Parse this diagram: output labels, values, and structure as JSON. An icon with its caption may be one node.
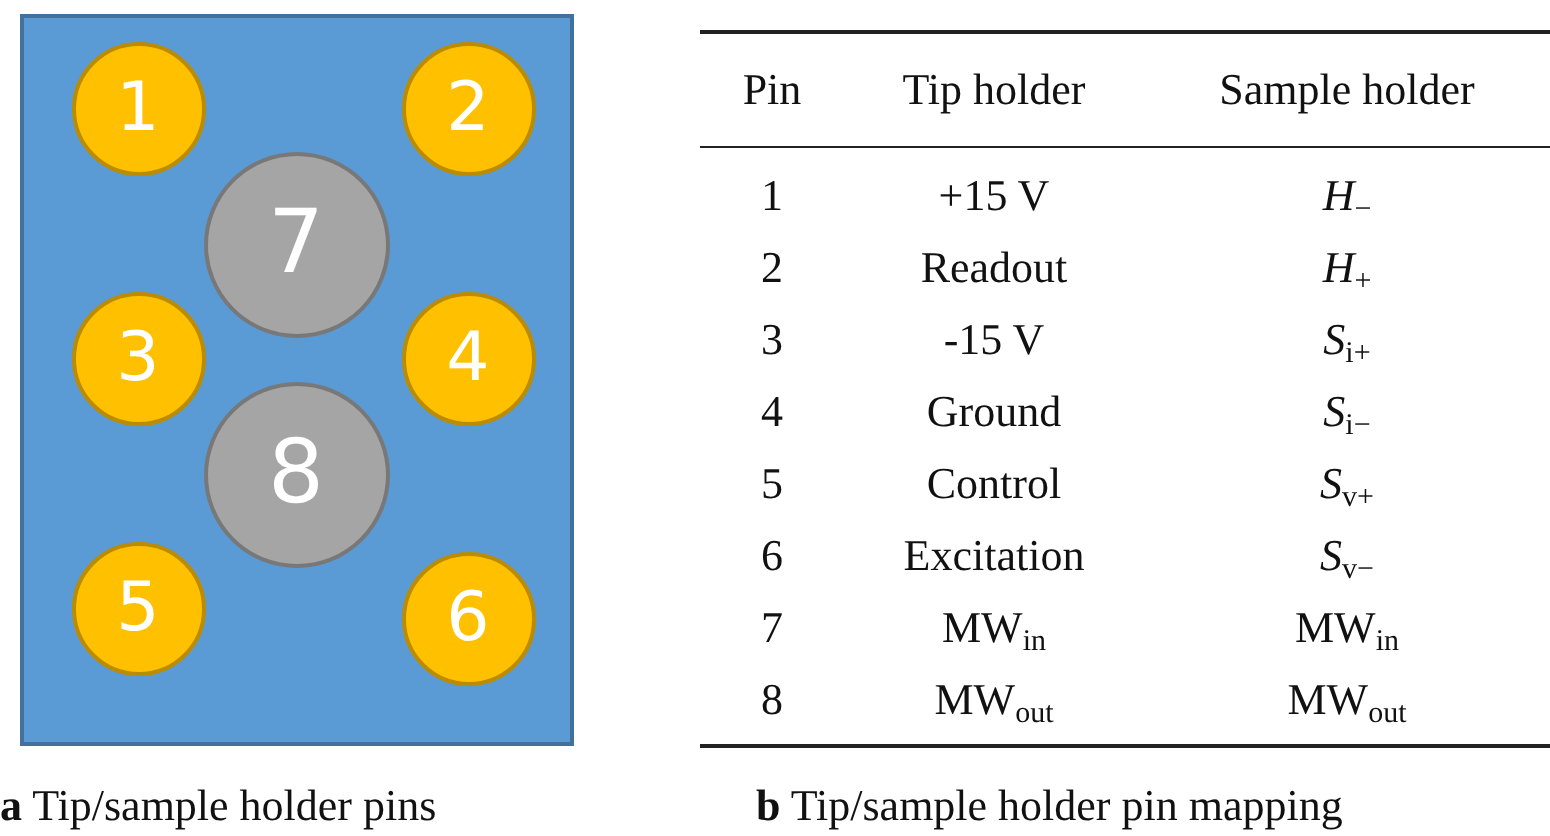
{
  "diagram": {
    "nodes": [
      {
        "text": [],
        "shape": "box"
      },
      {
        "text": [
          "1"
        ],
        "in": 0
      },
      {
        "text": [
          "2"
        ],
        "in": 0
      },
      {
        "text": [
          "7"
        ],
        "in": 0
      },
      {
        "text": [
          "3"
        ],
        "in": 0
      },
      {
        "text": [
          "4"
        ],
        "in": 0
      },
      {
        "text": [
          "8"
        ],
        "in": 0
      },
      {
        "text": [
          "5"
        ],
        "in": 0
      },
      {
        "text": [
          "6"
        ],
        "in": 0
      }
    ],
    "labels": [
      "Pin",
      "Tip holder",
      "Sample holder",
      "1",
      "+15 V",
      "*H*$_{−}$",
      "2",
      "Readout",
      "*H*$_{+}$",
      "3",
      "-15 V",
      "*S*$_{i+}$",
      "4",
      "Ground",
      "*S*$_{i−}$",
      "5",
      "Control",
      "*S*$_{v+}$",
      "6",
      "Excitation",
      "*S*$_{v−}$",
      "7",
      "MW$_{in}$",
      "MW$_{in}$",
      "8",
      "MW$_{out}$",
      "MW$_{out}$",
      "**a** Tip/sample holder pins",
      "**b** Tip/sample holder pin mapping"
    ]
  }
}
